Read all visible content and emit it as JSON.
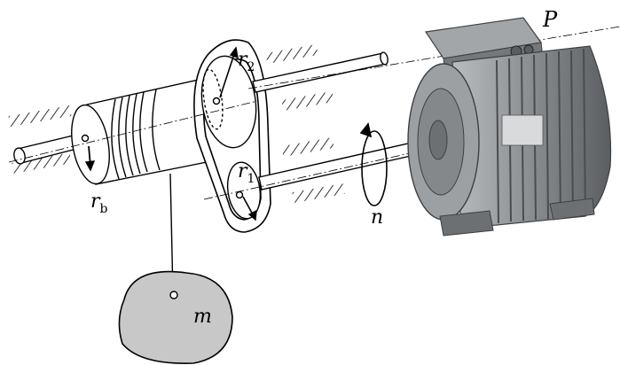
{
  "labels": {
    "power": "P",
    "drum_radius": "r",
    "drum_radius_sub": "b",
    "large_pulley_radius": "r",
    "large_pulley_radius_sub": "2",
    "small_pulley_radius": "r",
    "small_pulley_radius_sub": "1",
    "speed": "n",
    "mass": "m"
  },
  "icons": {
    "motor": "electric-motor-icon",
    "drum": "rope-drum-icon",
    "large_pulley": "large-pulley-icon",
    "small_pulley": "small-pulley-icon",
    "belt": "belt-icon",
    "load": "mass-blob-icon",
    "rotation": "rotation-arrow-icon"
  },
  "colors": {
    "line": "#000000",
    "mass_fill": "#c8c8c8",
    "motor_body": "#8a8d90",
    "motor_dark": "#4a4d50"
  }
}
